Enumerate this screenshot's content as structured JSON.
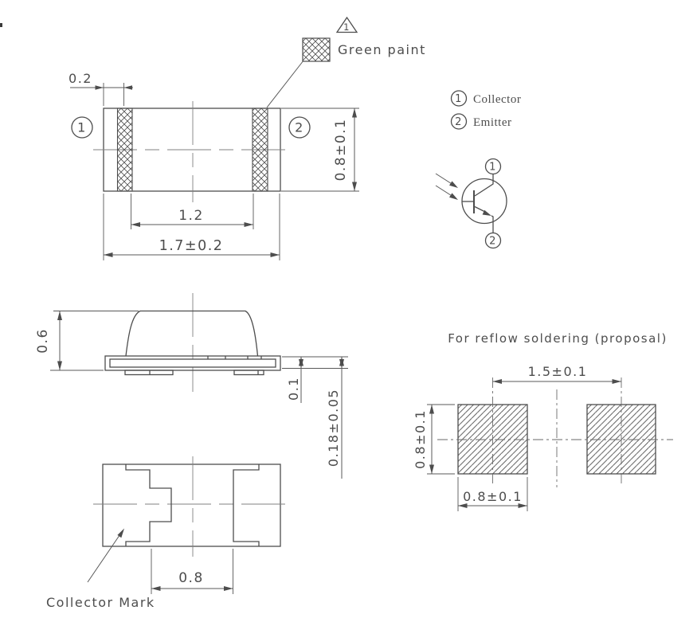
{
  "colors": {
    "line": "#4d4d4d",
    "centerline": "#808080",
    "background": "#ffffff"
  },
  "note": {
    "number": "1",
    "label": "Green paint"
  },
  "pin_legend": [
    {
      "num": "1",
      "name": "Collector"
    },
    {
      "num": "2",
      "name": "Emitter"
    }
  ],
  "top_view": {
    "pin1": "1",
    "pin2": "2",
    "dim_terminal": "0.2",
    "dim_inner": "1.2",
    "dim_width": "1.7±0.2",
    "dim_height": "0.8±0.1"
  },
  "side_view": {
    "dim_height": "0.6",
    "dim_lead": "0.1",
    "dim_standoff": "0.18±0.05"
  },
  "bottom_view": {
    "dim_span": "0.8",
    "collector_mark": "Collector Mark"
  },
  "symbol": {
    "top_pin": "1",
    "bottom_pin": "2"
  },
  "reflow": {
    "title": "For reflow soldering (proposal)",
    "dim_pitch": "1.5±0.1",
    "dim_pad_height": "0.8±0.1",
    "dim_pad_width": "0.8±0.1"
  }
}
